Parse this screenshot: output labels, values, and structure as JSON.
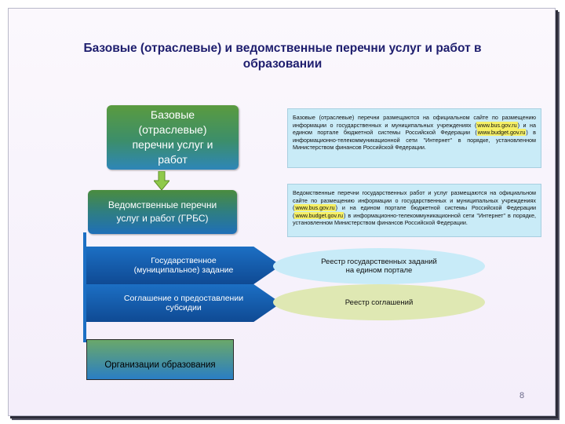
{
  "slide": {
    "title": "Базовые (отраслевые) и ведомственные перечни услуг и работ в\nобразовании",
    "page_number": "8"
  },
  "left_column": {
    "base_list": "Базовые\n(отраслевые)\nперечни услуг и\nработ",
    "department_list": "Ведомственные перечни\nуслуг и работ (ГРБС)",
    "arrow_task": "Государственное\n(муниципальное) задание",
    "arrow_agreement": "Соглашение о предоставлении\nсубсидии",
    "organizations": "Организации образования"
  },
  "right_column": {
    "base_text_part1": "Базовые (отраслевые) перечни размещаются на официальном сайте по размещению информации о государственных и муниципальных учреждениях (",
    "base_text_link": "www.bus.gov.ru",
    "base_text_part2": ") и на едином портале бюджетной системы Российской Федерации (",
    "base_text_link2": "www.budget.gov.ru",
    "base_text_part3": ") в информационно-телекоммуникационной сети \"Интернет\" в порядке, установленном Министерством финансов Российской Федерации.",
    "dept_text_part1": "Ведомственные перечни государственных работ и услуг размещаются на официальном сайте по размещению информации о государственных и муниципальных учреждениях (",
    "dept_text_link": "www.bus.gov.ru",
    "dept_text_part2": ") и на едином портале бюджетной системы Российской Федерации (",
    "dept_text_link2": "www.budget.gov.ru",
    "dept_text_part3": ") в информационно-телекоммуникационной сети \"Интернет\" в порядке, установленном Министерством финансов Российской Федерации.",
    "registry_tasks": "Реестр государственных заданий\nна едином портале",
    "registry_agreements": "Реестр соглашений"
  },
  "colors": {
    "title": "#1e1e6e",
    "arrow_blue": "#1c6fc4",
    "text_box_bg": "#c9ebf7",
    "ellipse_blue": "#c8ebf8",
    "ellipse_olive": "#dfe8b3",
    "highlight": "#f6f066"
  }
}
